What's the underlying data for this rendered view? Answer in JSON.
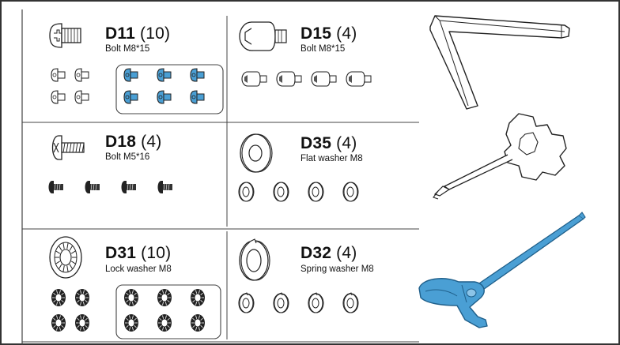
{
  "parts": [
    {
      "id": "d11",
      "code": "D11",
      "qty": "(10)",
      "desc": "Bolt M8*15",
      "icon": "button-head-bolt-icon",
      "count": 10,
      "highlight": 6
    },
    {
      "id": "d15",
      "code": "D15",
      "qty": "(4)",
      "desc": "Bolt M8*15",
      "icon": "socket-head-bolt-icon",
      "count": 4,
      "highlight": 0
    },
    {
      "id": "d18",
      "code": "D18",
      "qty": "(4)",
      "desc": "Bolt M5*16",
      "icon": "phillips-screw-icon",
      "count": 4,
      "highlight": 0
    },
    {
      "id": "d35",
      "code": "D35",
      "qty": "(4)",
      "desc": "Flat washer M8",
      "icon": "flat-washer-icon",
      "count": 4,
      "highlight": 0
    },
    {
      "id": "d31",
      "code": "D31",
      "qty": "(10)",
      "desc": "Lock washer  M8",
      "icon": "lock-washer-icon",
      "count": 10,
      "highlight": 6
    },
    {
      "id": "d32",
      "code": "D32",
      "qty": "(4)",
      "desc": "Spring washer M8",
      "icon": "spring-washer-icon",
      "count": 4,
      "highlight": 0
    }
  ],
  "tools": [
    "allen-key-icon",
    "multi-wrench-screwdriver-icon",
    "t-handle-hex-key-icon"
  ],
  "colors": {
    "highlight": "#4a9fd4",
    "line": "#222222",
    "grid": "#444444"
  }
}
